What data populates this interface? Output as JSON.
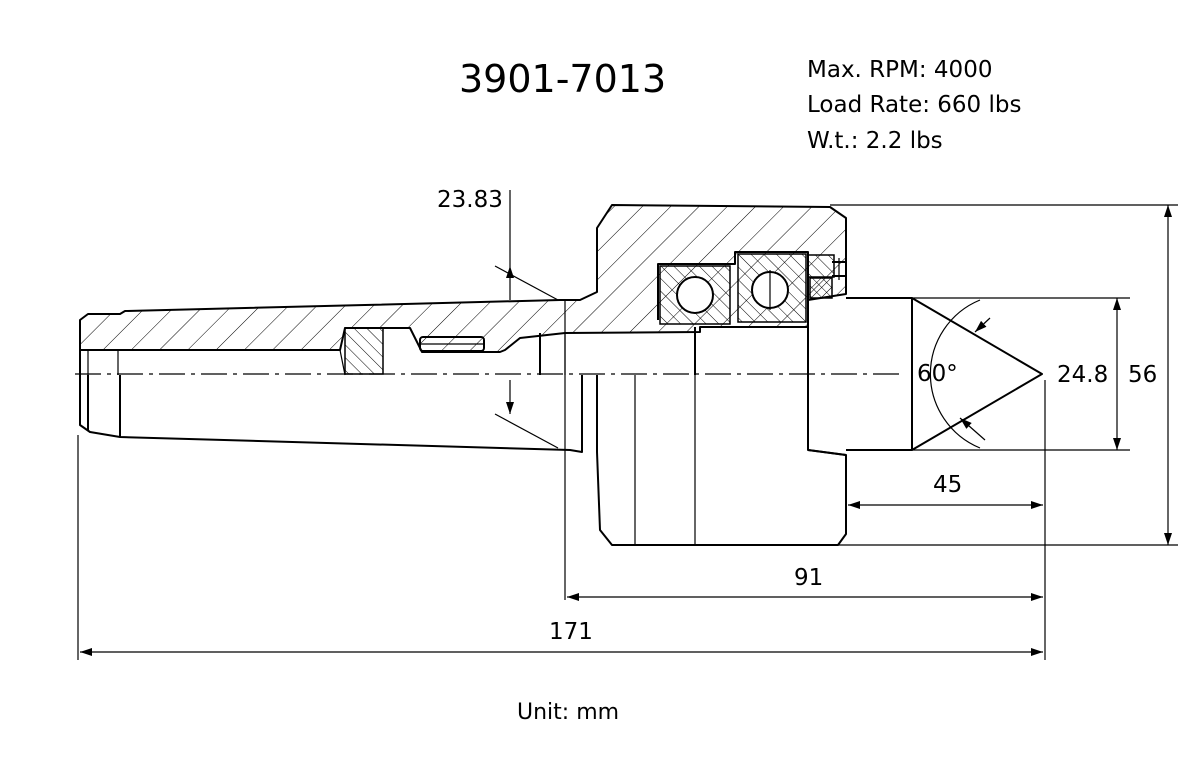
{
  "title": "3901-7013",
  "specs": {
    "max_rpm": "Max. RPM: 4000",
    "load_rate": "Load Rate: 660 lbs",
    "weight": "W.t.: 2.2 lbs"
  },
  "dimensions": {
    "shank_dia": "23.83",
    "angle": "60°",
    "tip_dia": "24.8",
    "body_dia": "56",
    "point_len": "45",
    "head_len": "91",
    "overall_len": "171"
  },
  "unit_note": "Unit: mm"
}
